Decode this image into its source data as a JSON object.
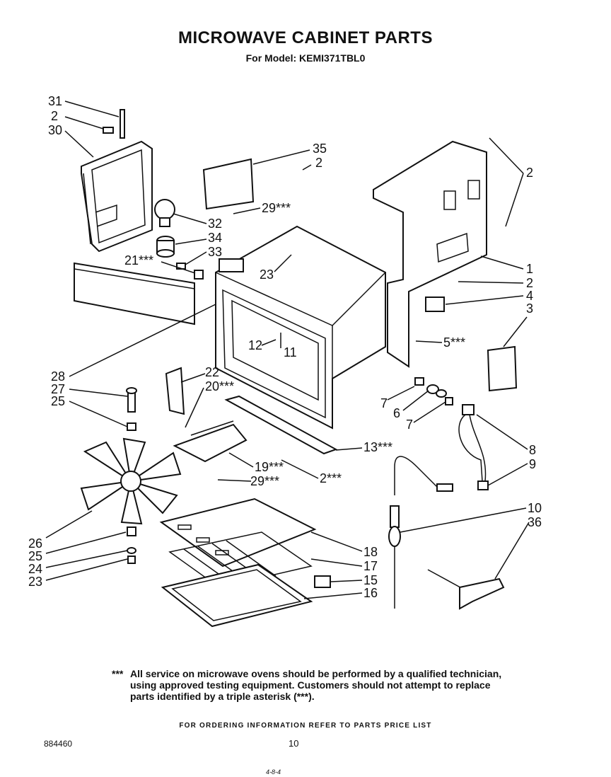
{
  "header": {
    "title": "MICROWAVE CABINET PARTS",
    "model": "For Model: KEMI371TBL0"
  },
  "callouts": [
    "31",
    "2",
    "30",
    "35",
    "2",
    "29***",
    "32",
    "34",
    "33",
    "21***",
    "23",
    "2",
    "1",
    "2",
    "4",
    "3",
    "5***",
    "12",
    "11",
    "28",
    "27",
    "25",
    "22",
    "20***",
    "7",
    "6",
    "7",
    "8",
    "9",
    "13***",
    "19***",
    "29***",
    "2***",
    "10",
    "36",
    "26",
    "25",
    "24",
    "23",
    "18",
    "17",
    "15",
    "16"
  ],
  "footer": {
    "note_marker": "***",
    "note": "All service on microwave ovens should be performed by a qualified technician, using approved testing equipment. Customers should not attempt to replace parts identified by a triple asterisk (***).",
    "ordering": "FOR ORDERING INFORMATION REFER TO PARTS PRICE LIST",
    "doc_number": "884460",
    "page_number": "10",
    "date_code": "4-8-4"
  }
}
